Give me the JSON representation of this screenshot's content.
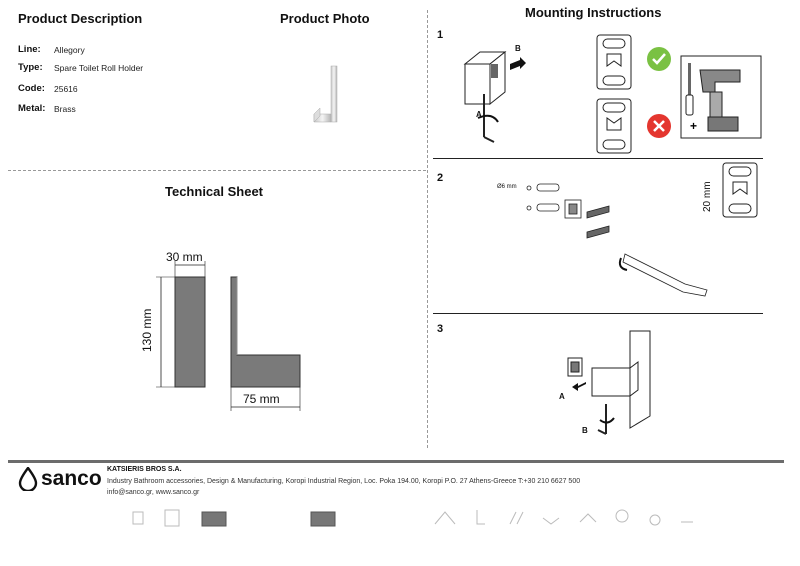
{
  "description": {
    "title": "Product Description",
    "fields": [
      {
        "label": "Line:",
        "value": "Allegory"
      },
      {
        "label": "Type:",
        "value": "Spare Toilet Roll Holder"
      },
      {
        "label": "Code:",
        "value": "25616"
      },
      {
        "label": "Metal:",
        "value": "Brass"
      }
    ]
  },
  "photo": {
    "title": "Product Photo"
  },
  "technical": {
    "title": "Technical Sheet",
    "dim_width": "30 mm",
    "dim_height": "130 mm",
    "dim_length": "75 mm"
  },
  "mounting": {
    "title": "Mounting Instructions",
    "steps": [
      "1",
      "2",
      "3"
    ],
    "arrow_a": "A",
    "arrow_b": "B",
    "drill_size": "Ø6 mm",
    "spacing": "20 mm"
  },
  "footer": {
    "brand": "sanco",
    "company": "KATSIERIS BROS S.A.",
    "line1": "Industry Bathroom accessories, Design & Manufacturing, Koropi Industrial Region, Loc. Poka 194.00, Koropi P.O. 27  Athens-Greece   T:+30 210 6627 500",
    "line2": "info@sanco.gr, www.sanco.gr"
  },
  "colors": {
    "footer_bar": "#6c6c6c",
    "check": "#7ac143",
    "cross": "#e4362f"
  }
}
